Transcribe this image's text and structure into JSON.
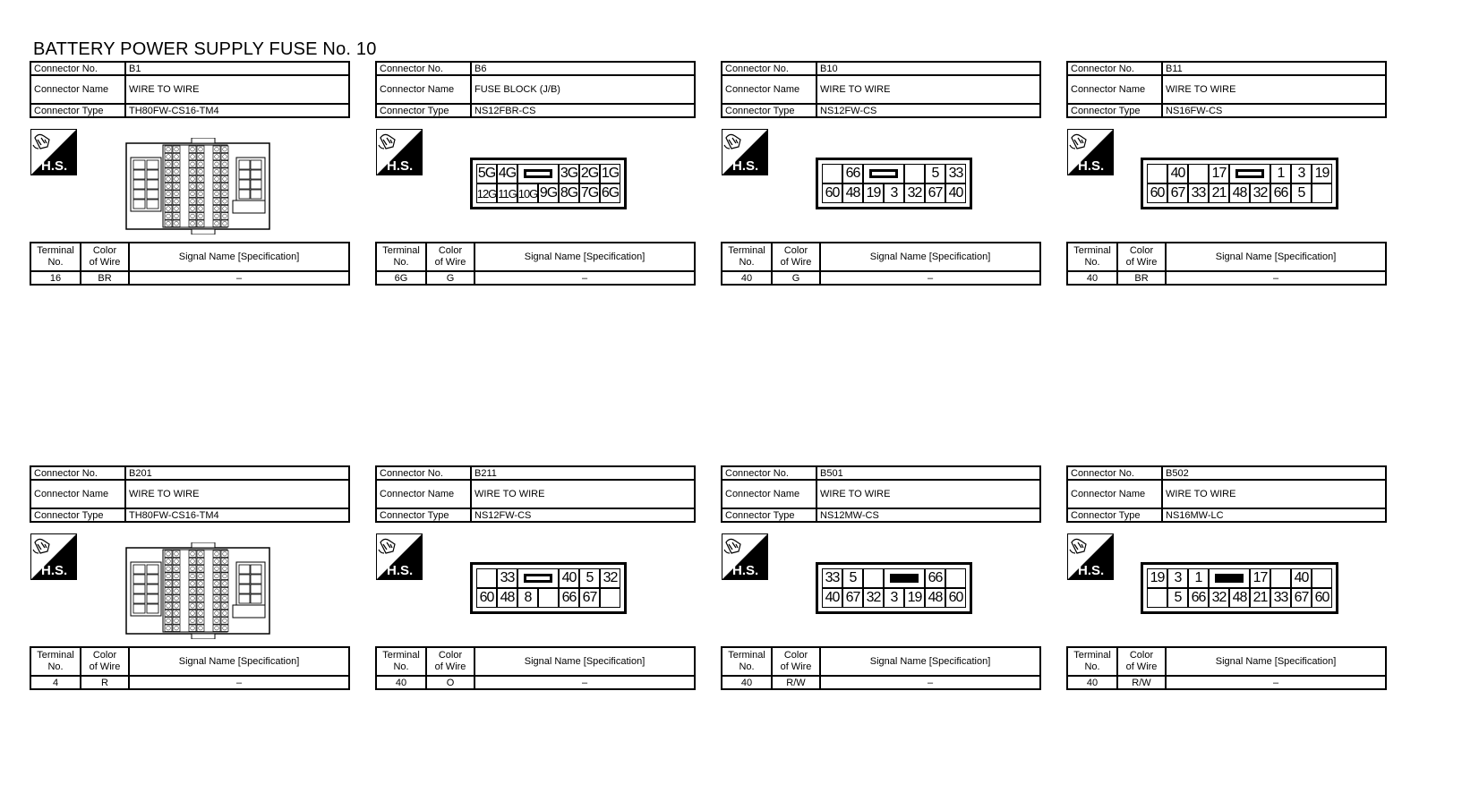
{
  "page_title": "BATTERY POWER SUPPLY FUSE No. 10",
  "labels": {
    "connector_no": "Connector No.",
    "connector_name": "Connector Name",
    "connector_type": "Connector Type",
    "terminal_no": [
      "Terminal",
      "No."
    ],
    "color_of_wire": [
      "Color",
      "of Wire"
    ],
    "signal_name": "Signal Name [Specification]",
    "hs": "H.S."
  },
  "connectors": [
    {
      "no": "B1",
      "name": "WIRE TO WIRE",
      "type": "TH80FW-CS16-TM4",
      "terminal": "16",
      "color": "BR",
      "signal": "–",
      "face": "large"
    },
    {
      "no": "B6",
      "name": "FUSE BLOCK (J/B)",
      "type": "NS12FBR-CS",
      "terminal": "6G",
      "color": "G",
      "signal": "–",
      "face": "grid",
      "cols": 7,
      "rows": [
        [
          "5G",
          "4G",
          "SLOT",
          "",
          "3G",
          "2G",
          "1G"
        ],
        [
          "12G",
          "11G",
          "10G",
          "9G",
          "8G",
          "7G",
          "6G"
        ]
      ]
    },
    {
      "no": "B10",
      "name": "WIRE TO WIRE",
      "type": "NS12FW-CS",
      "terminal": "40",
      "color": "G",
      "signal": "–",
      "face": "grid",
      "cols": 7,
      "rows": [
        [
          "",
          "66",
          "SLOT",
          "",
          "",
          "5",
          "33"
        ],
        [
          "60",
          "48",
          "19",
          "3",
          "32",
          "67",
          "40"
        ]
      ]
    },
    {
      "no": "B11",
      "name": "WIRE TO WIRE",
      "type": "NS16FW-CS",
      "terminal": "40",
      "color": "BR",
      "signal": "–",
      "face": "grid",
      "cols": 9,
      "rows": [
        [
          "",
          "40",
          "",
          "17",
          "SLOT",
          "",
          "1",
          "3",
          "19"
        ],
        [
          "60",
          "67",
          "33",
          "21",
          "48",
          "32",
          "66",
          "5",
          ""
        ]
      ]
    },
    {
      "no": "B201",
      "name": "WIRE TO WIRE",
      "type": "TH80FW-CS16-TM4",
      "terminal": "4",
      "color": "R",
      "signal": "–",
      "face": "large"
    },
    {
      "no": "B211",
      "name": "WIRE TO WIRE",
      "type": "NS12FW-CS",
      "terminal": "40",
      "color": "O",
      "signal": "–",
      "face": "grid",
      "cols": 7,
      "rows": [
        [
          "",
          "33",
          "SLOT",
          "",
          "40",
          "5",
          "32"
        ],
        [
          "60",
          "48",
          "8",
          "",
          "66",
          "67",
          ""
        ]
      ]
    },
    {
      "no": "B501",
      "name": "WIRE TO WIRE",
      "type": "NS12MW-CS",
      "terminal": "40",
      "color": "R/W",
      "signal": "–",
      "face": "grid",
      "cols": 7,
      "solid": true,
      "rows": [
        [
          "33",
          "5",
          "",
          "SLOTS",
          "",
          "66",
          ""
        ],
        [
          "40",
          "67",
          "32",
          "3",
          "19",
          "48",
          "60"
        ]
      ]
    },
    {
      "no": "B502",
      "name": "WIRE TO WIRE",
      "type": "NS16MW-LC",
      "terminal": "40",
      "color": "R/W",
      "signal": "–",
      "face": "grid",
      "cols": 9,
      "solid": true,
      "rows": [
        [
          "19",
          "3",
          "1",
          "SLOTS",
          "",
          "17",
          "",
          "40",
          ""
        ],
        [
          "",
          "5",
          "66",
          "32",
          "48",
          "21",
          "33",
          "67",
          "60"
        ]
      ]
    }
  ]
}
